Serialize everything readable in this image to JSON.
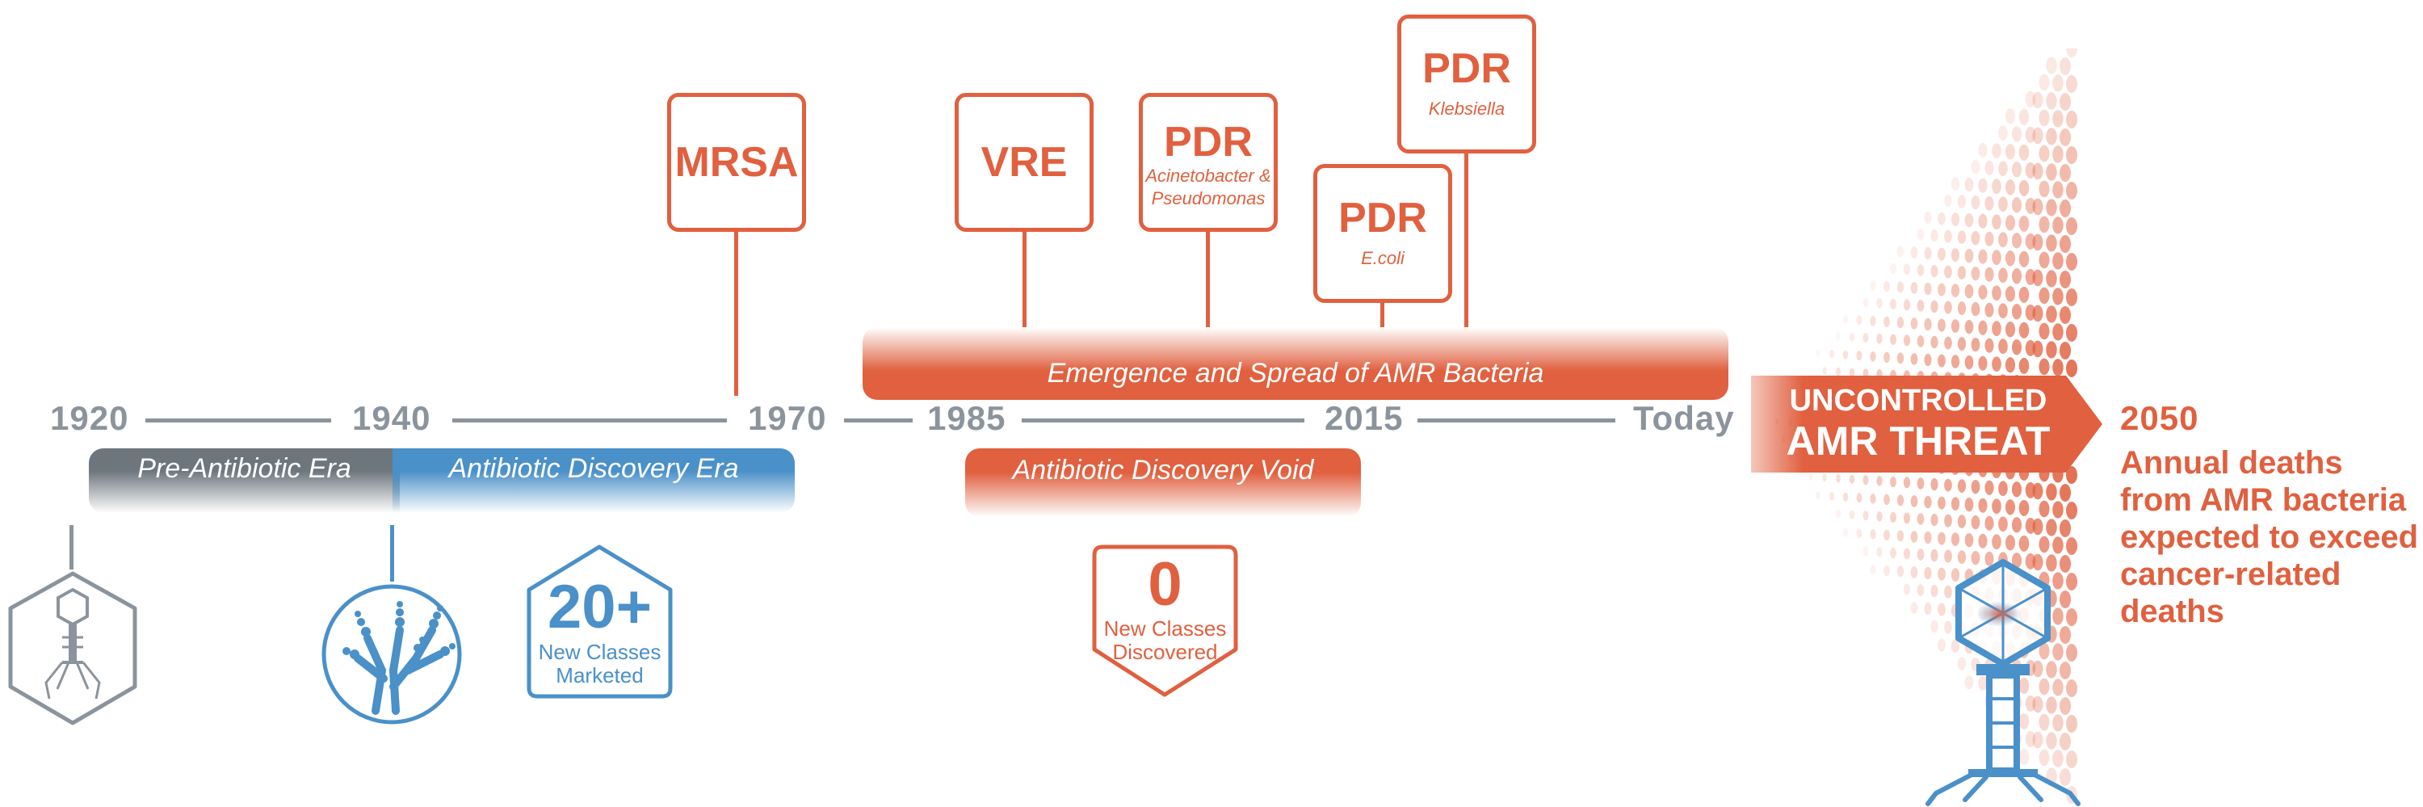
{
  "timeline": {
    "years": [
      "1920",
      "1940",
      "1970",
      "1985",
      "2015",
      "Today",
      "2050"
    ]
  },
  "eras": {
    "pre_antibiotic": "Pre-Antibiotic Era",
    "antibiotic_discovery": "Antibiotic Discovery Era",
    "discovery_void": "Antibiotic Discovery Void",
    "emergence": "Emergence and Spread of AMR Bacteria"
  },
  "events": {
    "mrsa": {
      "title": "MRSA"
    },
    "vre": {
      "title": "VRE"
    },
    "pdr_acineto": {
      "title": "PDR",
      "sub_1": "Acinetobacter &",
      "sub_2": "Pseudomonas"
    },
    "pdr_ecoli": {
      "title": "PDR",
      "sub": "E.coli"
    },
    "pdr_klebsiella": {
      "title": "PDR",
      "sub": "Klebsiella"
    }
  },
  "badges": {
    "new_classes_marketed": {
      "count": "20+",
      "line1": "New Classes",
      "line2": "Marketed"
    },
    "new_classes_discovered": {
      "count": "0",
      "line1": "New Classes",
      "line2": "Discovered"
    }
  },
  "threat": {
    "line1": "UNCONTROLLED",
    "line2": "AMR THREAT"
  },
  "projection": {
    "line1": "Annual deaths",
    "line2": "from AMR bacteria",
    "line3": "expected to exceed",
    "line4": "cancer-related",
    "line5": "deaths"
  },
  "colors": {
    "orange": "#e0603f",
    "blue": "#4a90c9",
    "gray": "#8b949c"
  },
  "icons": [
    "bacteriophage-icon",
    "mold-fungus-icon",
    "bacteriophage-large-icon"
  ]
}
